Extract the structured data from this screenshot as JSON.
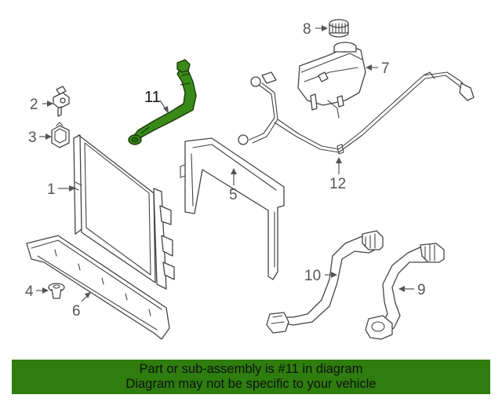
{
  "callouts": {
    "c1": "1",
    "c2": "2",
    "c3": "3",
    "c4": "4",
    "c5": "5",
    "c6": "6",
    "c7": "7",
    "c8": "8",
    "c9": "9",
    "c10": "10",
    "c11": "11",
    "c12": "12"
  },
  "highlight": {
    "part_number": "11",
    "color": "#3a8a1a"
  },
  "banner": {
    "line1": "Part or sub-assembly is #11 in diagram",
    "line2": "Diagram may not be specific to your vehicle",
    "color": "#2e7d0e"
  }
}
